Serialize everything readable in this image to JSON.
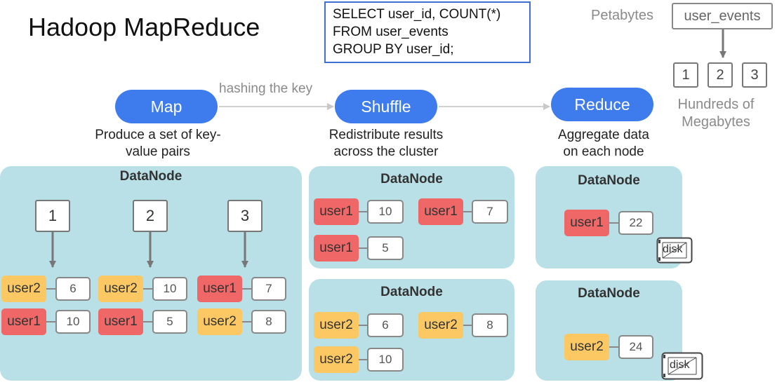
{
  "title": "Hadoop MapReduce",
  "sql": {
    "line1": "SELECT user_id, COUNT(*)",
    "line2": "FROM user_events",
    "line3": "GROUP BY user_id;"
  },
  "scale": {
    "petabytes": "Petabytes",
    "table_name": "user_events",
    "partitions": [
      "1",
      "2",
      "3"
    ],
    "megabytes_line1": "Hundreds of",
    "megabytes_line2": "Megabytes"
  },
  "stages": {
    "map": {
      "label": "Map",
      "caption_line1": "Produce a set of key-",
      "caption_line2": "value pairs"
    },
    "hash_label": "hashing the key",
    "shuffle": {
      "label": "Shuffle",
      "caption_line1": "Redistribute results",
      "caption_line2": "across the cluster"
    },
    "reduce": {
      "label": "Reduce",
      "caption_line1": "Aggregate data",
      "caption_line2": "on each node"
    }
  },
  "datanode_label": "DataNode",
  "map_node": {
    "partitions": [
      "1",
      "2",
      "3"
    ],
    "pairs": [
      {
        "key": "user2",
        "value": "6",
        "color": "#fcc863"
      },
      {
        "key": "user2",
        "value": "10",
        "color": "#fcc863"
      },
      {
        "key": "user1",
        "value": "7",
        "color": "#ef6767"
      },
      {
        "key": "user1",
        "value": "10",
        "color": "#ef6767"
      },
      {
        "key": "user1",
        "value": "5",
        "color": "#ef6767"
      },
      {
        "key": "user2",
        "value": "8",
        "color": "#fcc863"
      }
    ]
  },
  "shuffle_nodes": [
    {
      "pairs": [
        {
          "key": "user1",
          "value": "10"
        },
        {
          "key": "user1",
          "value": "7"
        },
        {
          "key": "user1",
          "value": "5"
        }
      ]
    },
    {
      "pairs": [
        {
          "key": "user2",
          "value": "6"
        },
        {
          "key": "user2",
          "value": "8"
        },
        {
          "key": "user2",
          "value": "10"
        }
      ]
    }
  ],
  "reduce_nodes": [
    {
      "key": "user1",
      "value": "22",
      "disk": "disk"
    },
    {
      "key": "user2",
      "value": "24",
      "disk": "disk"
    }
  ],
  "colors": {
    "user1": "#ef6767",
    "user2": "#fcc863",
    "pill": "#3e7bed",
    "node_bg": "#b8e0e6",
    "sql_border": "#3f6fd1"
  }
}
